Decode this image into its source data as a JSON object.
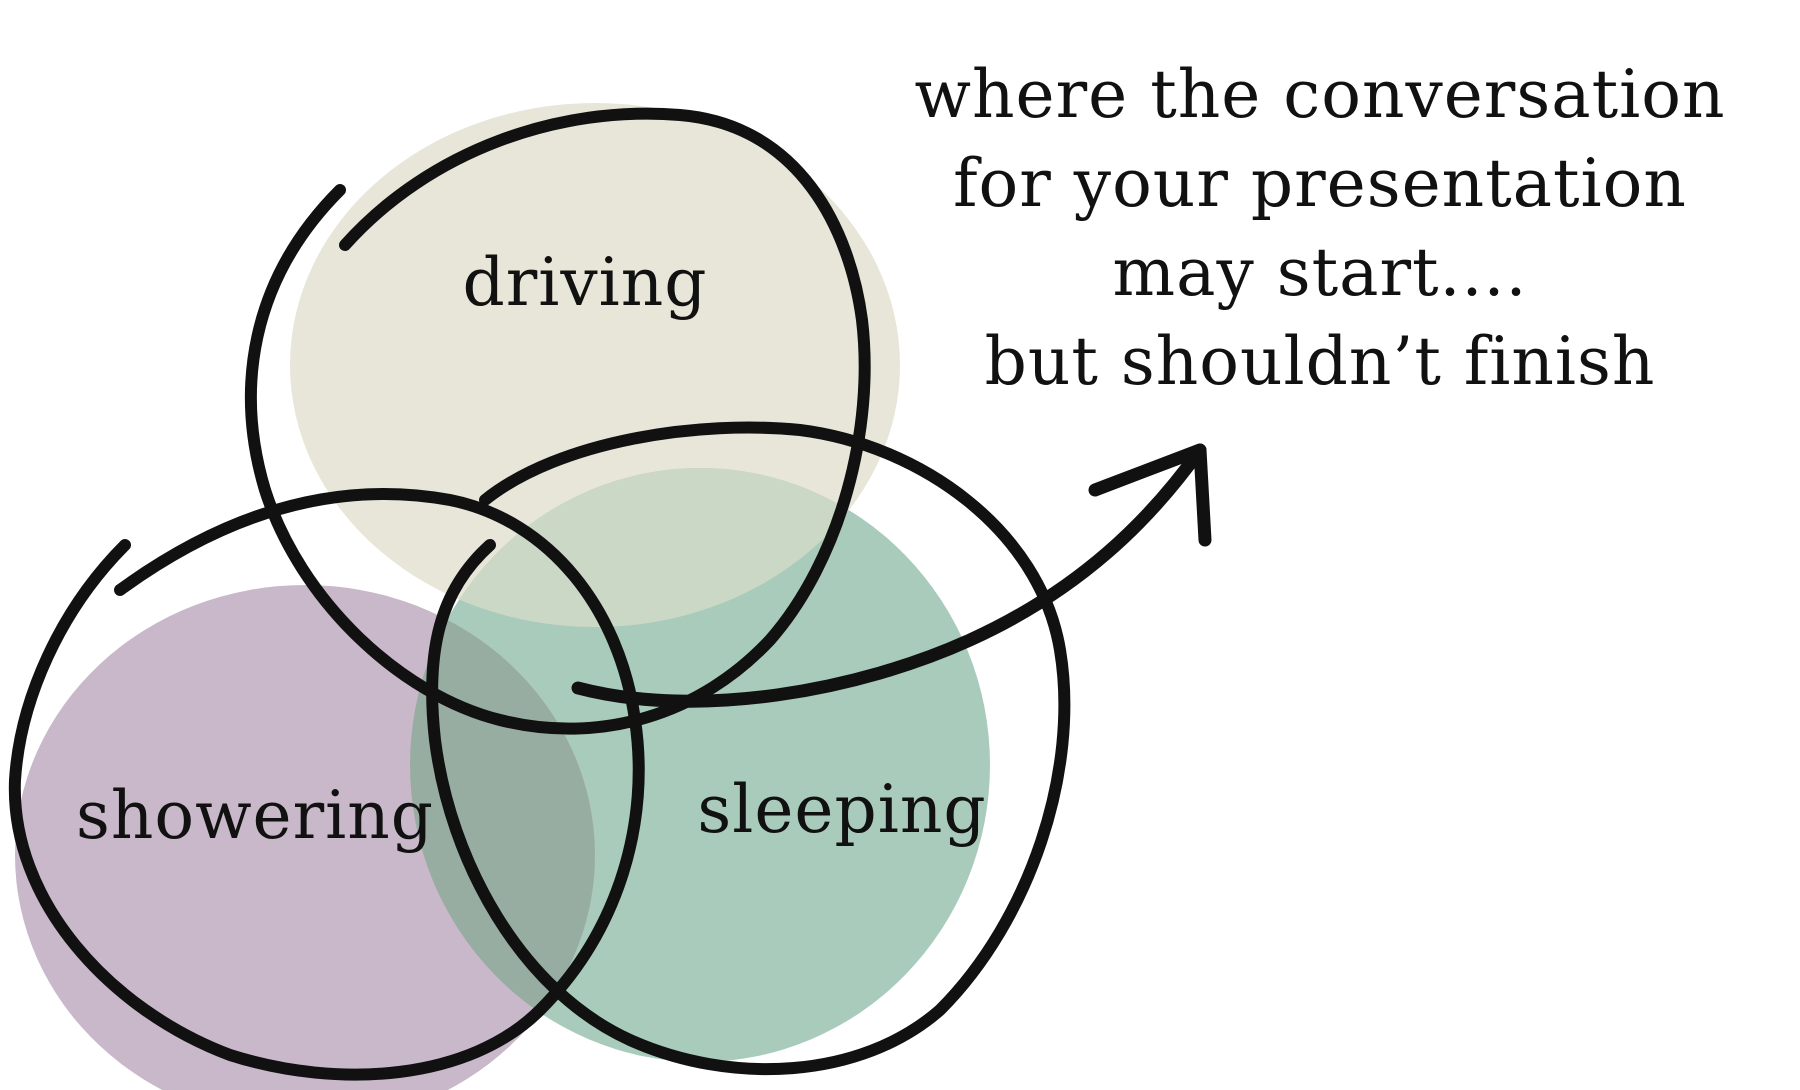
{
  "diagram": {
    "type": "venn",
    "circles": [
      {
        "id": "driving",
        "label": "driving",
        "fill": "#e8e6d8"
      },
      {
        "id": "showering",
        "label": "showering",
        "fill": "#c8b8c9"
      },
      {
        "id": "sleeping",
        "label": "sleeping",
        "fill": "#a9cbbb"
      }
    ],
    "overlap_fills": {
      "driving_showering": "#d8d2cc",
      "driving_sleeping": "#ccd8c6",
      "showering_sleeping": "#98ada2",
      "all_three": "#c9d1bf"
    },
    "outline_color": "#111111"
  },
  "caption": {
    "lines": [
      "where the conversation",
      "for your presentation",
      "may start....",
      "but shouldn’t finish"
    ]
  },
  "arrow": {
    "color": "#111111",
    "icon": "curved-arrow-icon"
  }
}
